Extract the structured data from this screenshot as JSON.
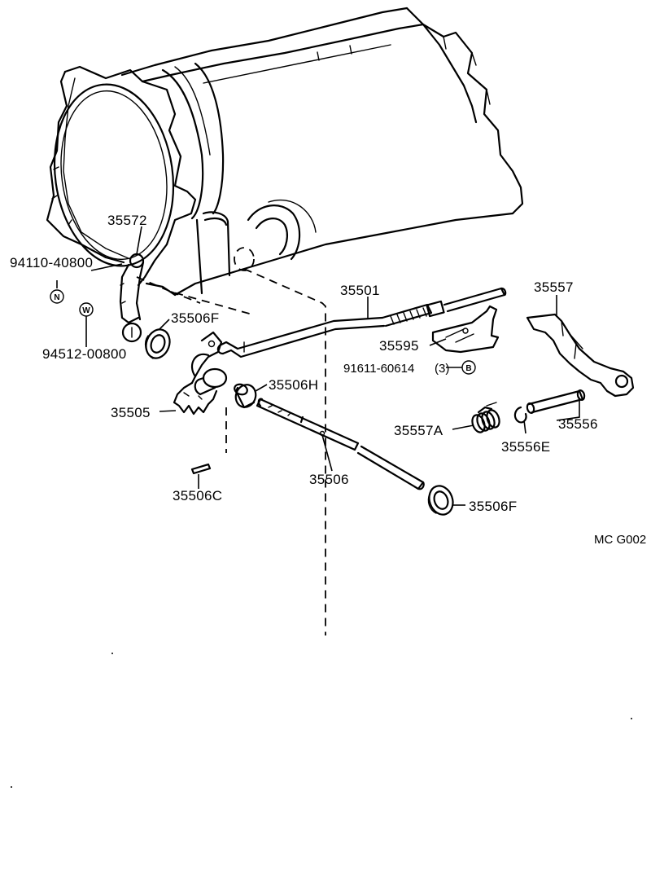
{
  "labels": {
    "p35572": "35572",
    "p94110": "94110-40800",
    "p94512": "94512-00800",
    "p35506F_a": "35506F",
    "p35501": "35501",
    "p35557": "35557",
    "p35595": "35595",
    "p91611": "91611-60614",
    "p91611_qty": "(3)",
    "p35506H": "35506H",
    "p35505": "35505",
    "p35557A": "35557A",
    "p35556": "35556",
    "p35556E": "35556E",
    "p35506": "35506",
    "p35506C": "35506C",
    "p35506F_b": "35506F",
    "diagram_code": "MC G002"
  },
  "badges": {
    "n": "N",
    "w": "W",
    "b": "B"
  }
}
